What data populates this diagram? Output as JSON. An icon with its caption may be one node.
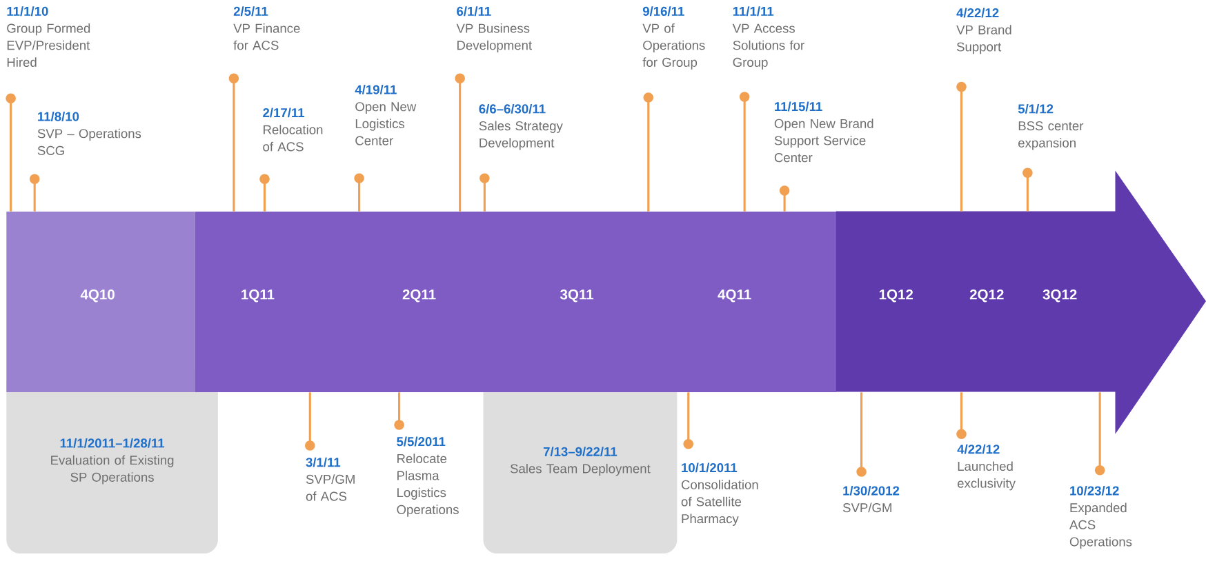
{
  "diagram": {
    "nodes": [
      {
        "text": [
          "4Q10"
        ]
      },
      {
        "text": [
          "1Q11",
          "2Q11",
          "3Q11",
          "4Q11"
        ]
      },
      {
        "text": [
          "1Q12",
          "2Q12",
          "3Q12"
        ]
      },
      {
        "text": [
          "11/1/10",
          "Group Formed EVP/President Hired"
        ]
      },
      {
        "text": [
          "11/8/10",
          "SVP – Operations SCG"
        ]
      },
      {
        "text": [
          "2/5/11",
          "VP Finance for ACS"
        ]
      },
      {
        "text": [
          "2/17/11",
          "Relocation of ACS"
        ]
      },
      {
        "text": [
          "4/19/11",
          "Open New Logistics Center"
        ]
      },
      {
        "text": [
          "6/1/11",
          "VP Business Development"
        ]
      },
      {
        "text": [
          "6/6–6/30/11",
          "Sales Strategy Development"
        ]
      },
      {
        "text": [
          "9/16/11",
          "VP of Operations for Group"
        ]
      },
      {
        "text": [
          "11/1/11",
          "VP Access Solutions for Group"
        ]
      },
      {
        "text": [
          "11/15/11",
          "Open New Brand Support Service Center"
        ]
      },
      {
        "text": [
          "4/22/12",
          "VP Brand Support"
        ]
      },
      {
        "text": [
          "5/1/12",
          "BSS center expansion"
        ]
      },
      {
        "text": [
          "11/1/2011–1/28/11",
          "Evaluation of Existing SP Operations"
        ]
      },
      {
        "text": [
          "3/1/11",
          "SVP/GM of ACS"
        ]
      },
      {
        "text": [
          "5/5/2011",
          "Relocate Plasma Logistics Operations"
        ]
      },
      {
        "text": [
          "7/13–9/22/11",
          "Sales Team Deployment"
        ]
      },
      {
        "text": [
          "10/1/2011",
          "Consolidation of Satellite Pharmacy"
        ]
      },
      {
        "text": [
          "1/30/2012",
          "SVP/GM"
        ]
      },
      {
        "text": [
          "4/22/12",
          "Launched exclusivity"
        ]
      },
      {
        "text": [
          "10/23/12",
          "Expanded ACS Operations"
        ]
      }
    ],
    "edges": [
      {
        "from": 3,
        "to": 0,
        "arrow": "other"
      },
      {
        "from": 4,
        "to": 0,
        "arrow": "other"
      },
      {
        "from": 5,
        "to": 1,
        "arrow": "other"
      },
      {
        "from": 6,
        "to": 1,
        "arrow": "other"
      },
      {
        "from": 7,
        "to": 1,
        "arrow": "other"
      },
      {
        "from": 8,
        "to": 1,
        "arrow": "other"
      },
      {
        "from": 9,
        "to": 1,
        "arrow": "other"
      },
      {
        "from": 10,
        "to": 1,
        "arrow": "other"
      },
      {
        "from": 11,
        "to": 1,
        "arrow": "other"
      },
      {
        "from": 12,
        "to": 1,
        "arrow": "other"
      },
      {
        "from": 13,
        "to": 2,
        "arrow": "other"
      },
      {
        "from": 14,
        "to": 2,
        "arrow": "other"
      },
      {
        "from": 16,
        "to": 1,
        "arrow": "other"
      },
      {
        "from": 17,
        "to": 1,
        "arrow": "other"
      },
      {
        "from": 19,
        "to": 1,
        "arrow": "other"
      },
      {
        "from": 20,
        "to": 2,
        "arrow": "other"
      },
      {
        "from": 21,
        "to": 2,
        "arrow": "other"
      },
      {
        "from": 22,
        "to": 2,
        "arrow": "other"
      }
    ]
  }
}
